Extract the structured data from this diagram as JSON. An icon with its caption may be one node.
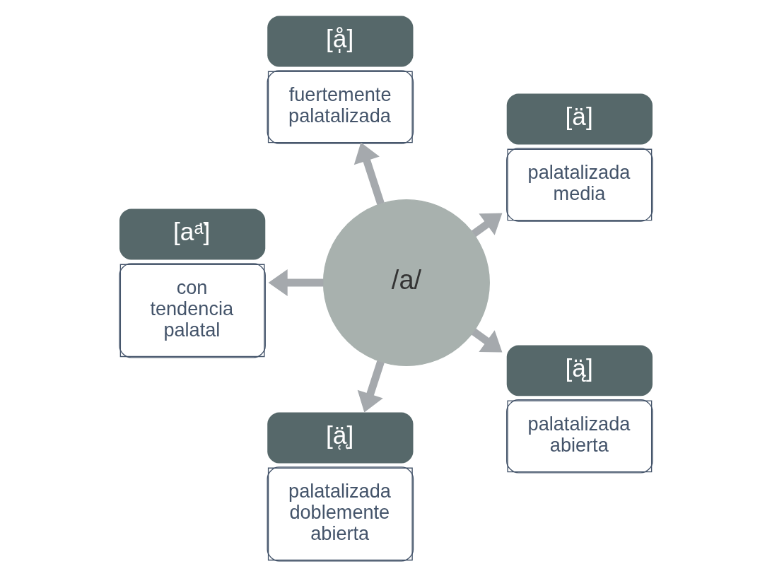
{
  "diagram": {
    "nodes": [
      {
        "text": [
          "/a/"
        ]
      },
      {
        "text": [
          "[ä]",
          "palatalizada media"
        ]
      },
      {
        "text": [
          "[å̩]",
          "fuertemente palatalizada"
        ]
      },
      {
        "text": [
          "[aᵃ̈]",
          "con tendencia palatal"
        ]
      },
      {
        "text": [
          "[ä̜̜]",
          "palatalizada doblemente abierta"
        ]
      },
      {
        "text": [
          "[ą̈]",
          "palatalizada abierta"
        ]
      }
    ],
    "edges": [
      {
        "from": 0,
        "to": 1,
        "arrow": "to"
      },
      {
        "from": 0,
        "to": 3,
        "arrow": "to"
      },
      {
        "from": 0,
        "to": 5,
        "arrow": "to"
      },
      {
        "from": 0,
        "to": 4,
        "arrow": "to"
      },
      {
        "from": 0,
        "to": 2,
        "arrow": "to"
      }
    ]
  }
}
